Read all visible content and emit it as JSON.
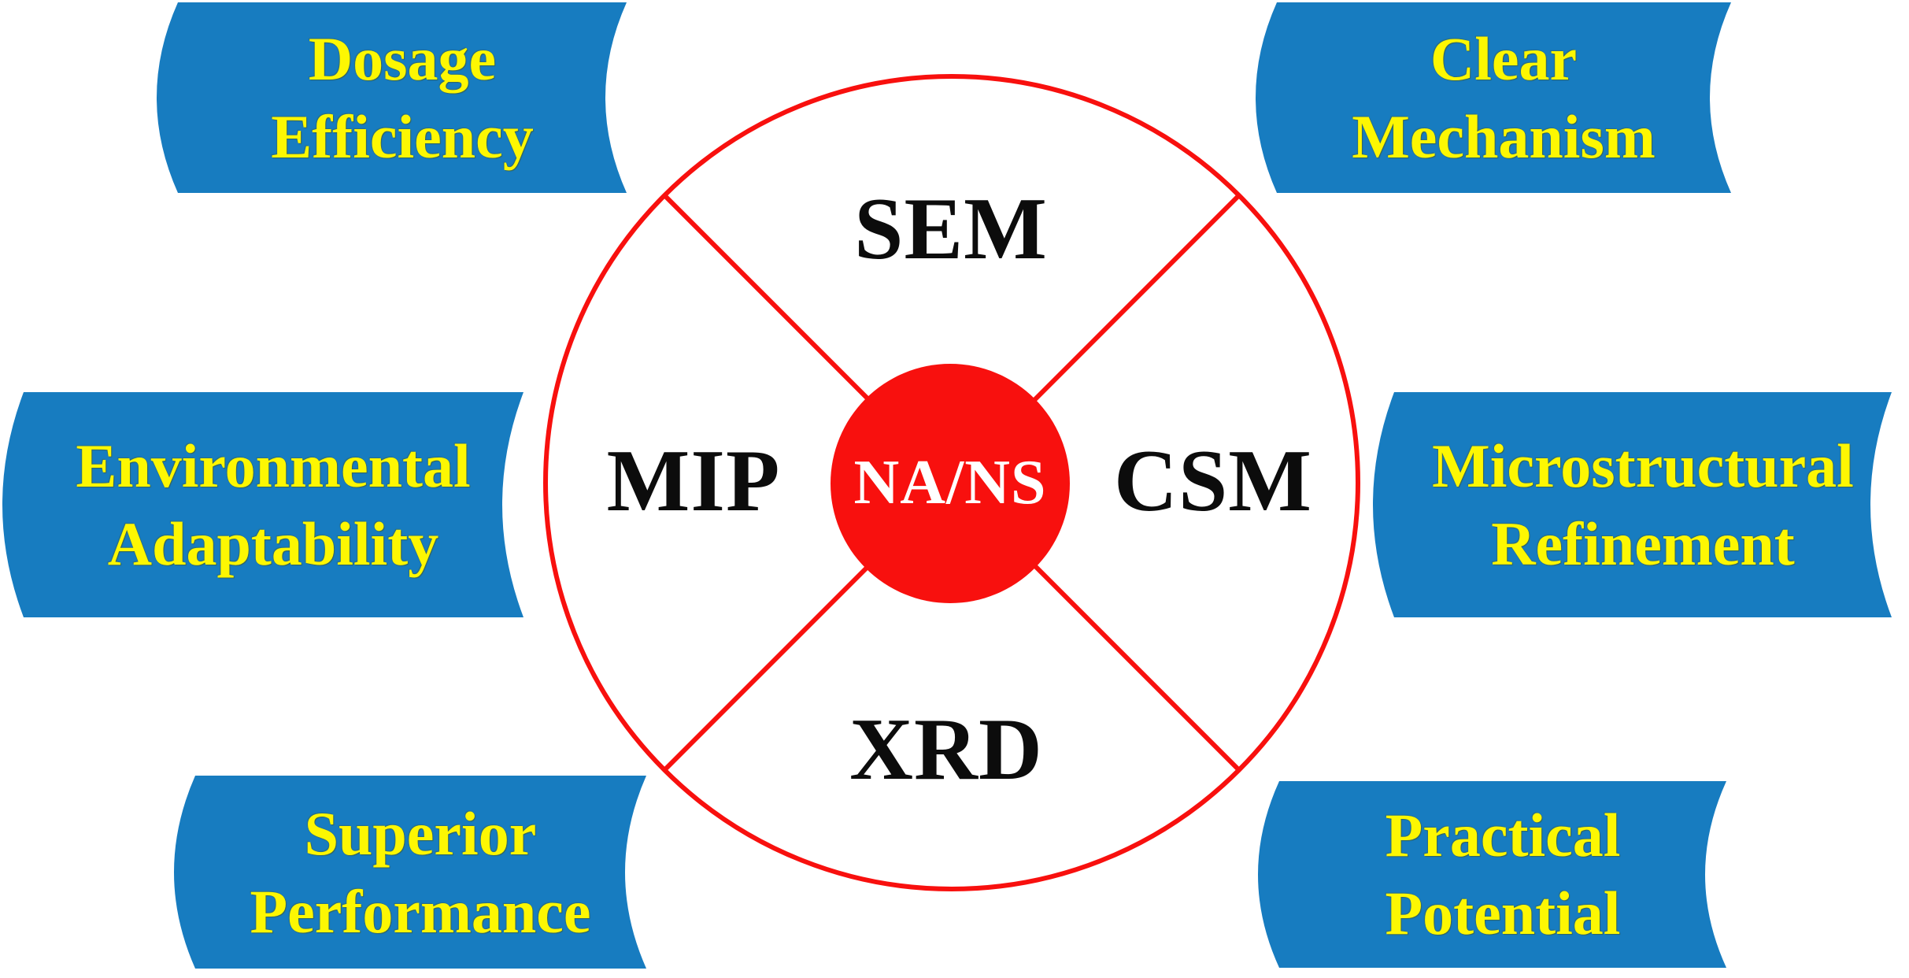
{
  "colors": {
    "banner_blue": "#177CC0",
    "banner_text_yellow": "#FDF702",
    "accent_red": "#F8100E",
    "quadrant_text_black": "#0C0C0C",
    "center_text_white": "#FFFFFF",
    "background_white": "#FFFFFF"
  },
  "center": {
    "label": "NA/NS"
  },
  "quadrants": [
    {
      "position": "top",
      "label": "SEM"
    },
    {
      "position": "left",
      "label": "MIP"
    },
    {
      "position": "right",
      "label": "CSM"
    },
    {
      "position": "bottom",
      "label": "XRD"
    }
  ],
  "banners": [
    {
      "position": "top-left",
      "label": "Dosage\nEfficiency"
    },
    {
      "position": "top-right",
      "label": "Clear\nMechanism"
    },
    {
      "position": "middle-left",
      "label": "Environmental\nAdaptability"
    },
    {
      "position": "middle-right",
      "label": "Microstructural\nRefinement"
    },
    {
      "position": "bottom-left",
      "label": "Superior\nPerformance"
    },
    {
      "position": "bottom-right",
      "label": "Practical\nPotential"
    }
  ]
}
